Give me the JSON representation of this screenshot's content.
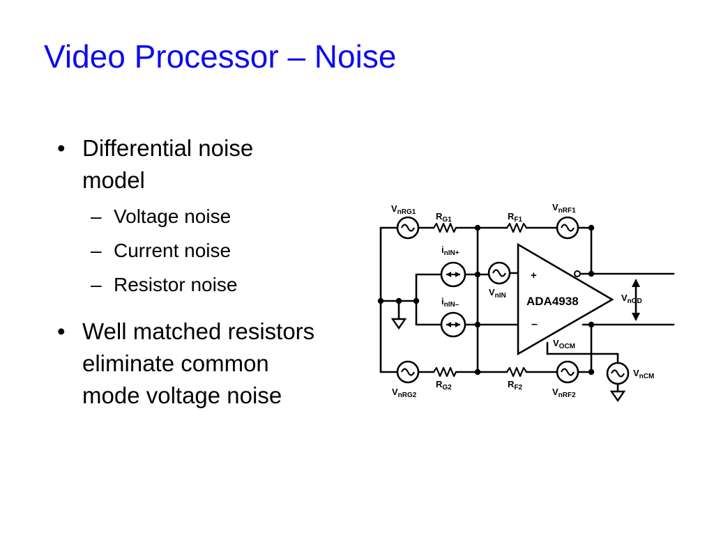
{
  "title": "Video Processor – Noise",
  "bullets": [
    {
      "text": "Differential noise model",
      "sub": [
        "Voltage noise",
        "Current noise",
        "Resistor noise"
      ]
    },
    {
      "text": "Well matched resistors eliminate common mode voltage noise",
      "sub": []
    }
  ],
  "bullet_glyph": "•",
  "dash_glyph": "–",
  "circuit": {
    "amp_name": "ADA4938",
    "plus": "+",
    "minus": "–",
    "vnrg1": {
      "main": "V",
      "sub": "nRG1"
    },
    "rg1": {
      "main": "R",
      "sub": "G1"
    },
    "rf1": {
      "main": "R",
      "sub": "F1"
    },
    "vnrf1": {
      "main": "V",
      "sub": "nRF1"
    },
    "inin_plus": {
      "main": "i",
      "sub": "nIN+"
    },
    "inin_minus": {
      "main": "i",
      "sub": "nIN–"
    },
    "vnin": {
      "main": "V",
      "sub": "nIN"
    },
    "vnod": {
      "main": "V",
      "sub": "nOD"
    },
    "vocm": {
      "main": "V",
      "sub": "OCM"
    },
    "vncm": {
      "main": "V",
      "sub": "nCM"
    },
    "vnrg2": {
      "main": "V",
      "sub": "nRG2"
    },
    "rg2": {
      "main": "R",
      "sub": "G2"
    },
    "rf2": {
      "main": "R",
      "sub": "F2"
    },
    "vnrf2": {
      "main": "V",
      "sub": "nRF2"
    }
  },
  "colors": {
    "title": "#0b0bf0",
    "text": "#000000",
    "background": "#ffffff"
  }
}
